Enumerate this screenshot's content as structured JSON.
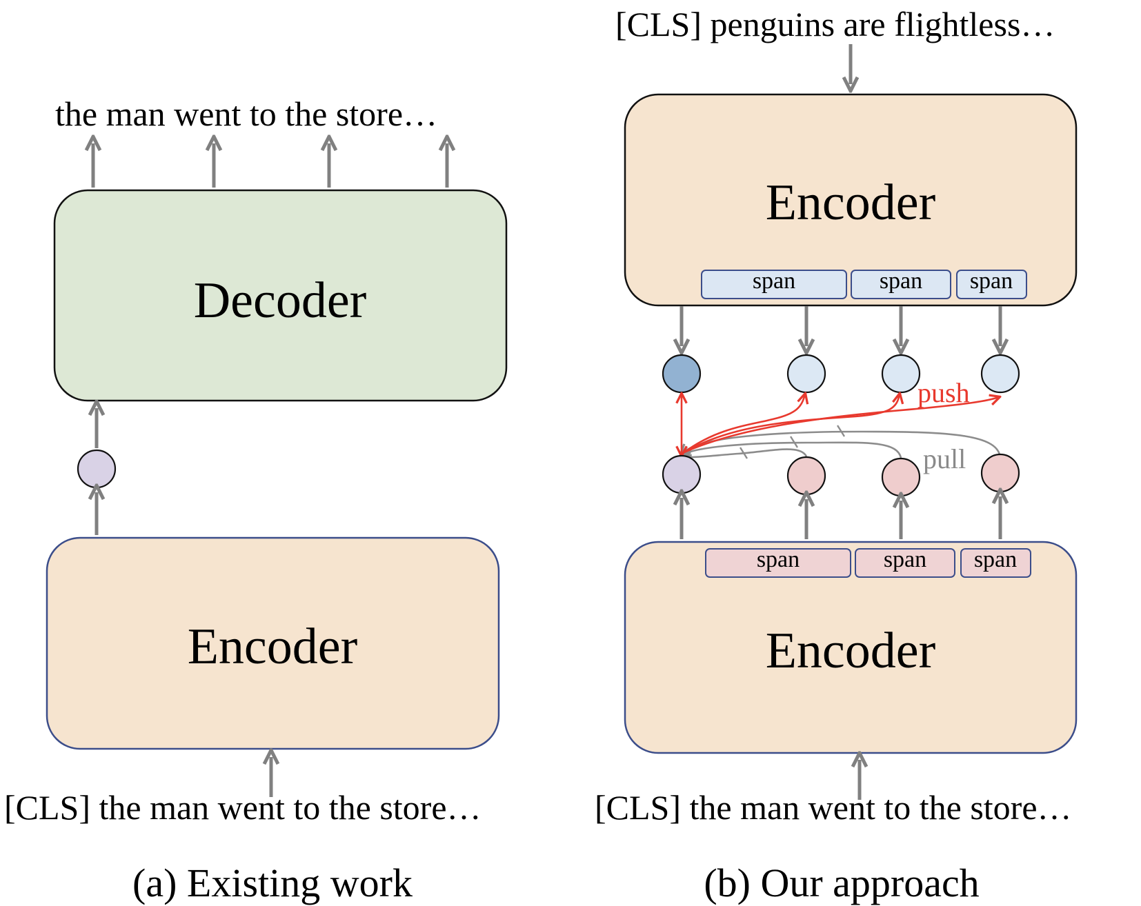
{
  "panel_a": {
    "output_text": "the man went to the store…",
    "decoder_label": "Decoder",
    "encoder_label": "Encoder",
    "input_text": "[CLS] the man went to the store…",
    "caption": "(a) Existing work"
  },
  "panel_b": {
    "input_top_text": "[CLS] penguins are flightless…",
    "top_encoder_label": "Encoder",
    "top_spans": [
      "span",
      "span",
      "span"
    ],
    "bottom_spans": [
      "span",
      "span",
      "span"
    ],
    "bottom_encoder_label": "Encoder",
    "push_label": "push",
    "pull_label": "pull",
    "input_bottom_text": "[CLS] the man went to the store…",
    "caption": "(b) Our approach"
  },
  "colors": {
    "decoder_fill": "#dde8d5",
    "encoder_fill": "#f6e4cf",
    "blue_border": "#3b4d8a",
    "span_top_fill": "#dce7f3",
    "span_bottom_fill": "#efd3d4",
    "cls_node_fill": "#d9d2e6",
    "doc_cls_node_fill": "#92b2d2",
    "doc_span_node_fill": "#dce8f4",
    "query_span_node_fill": "#efcdcd",
    "push_color": "#e8392e",
    "pull_color": "#8a8a8a",
    "arrow_gray": "#808080"
  }
}
